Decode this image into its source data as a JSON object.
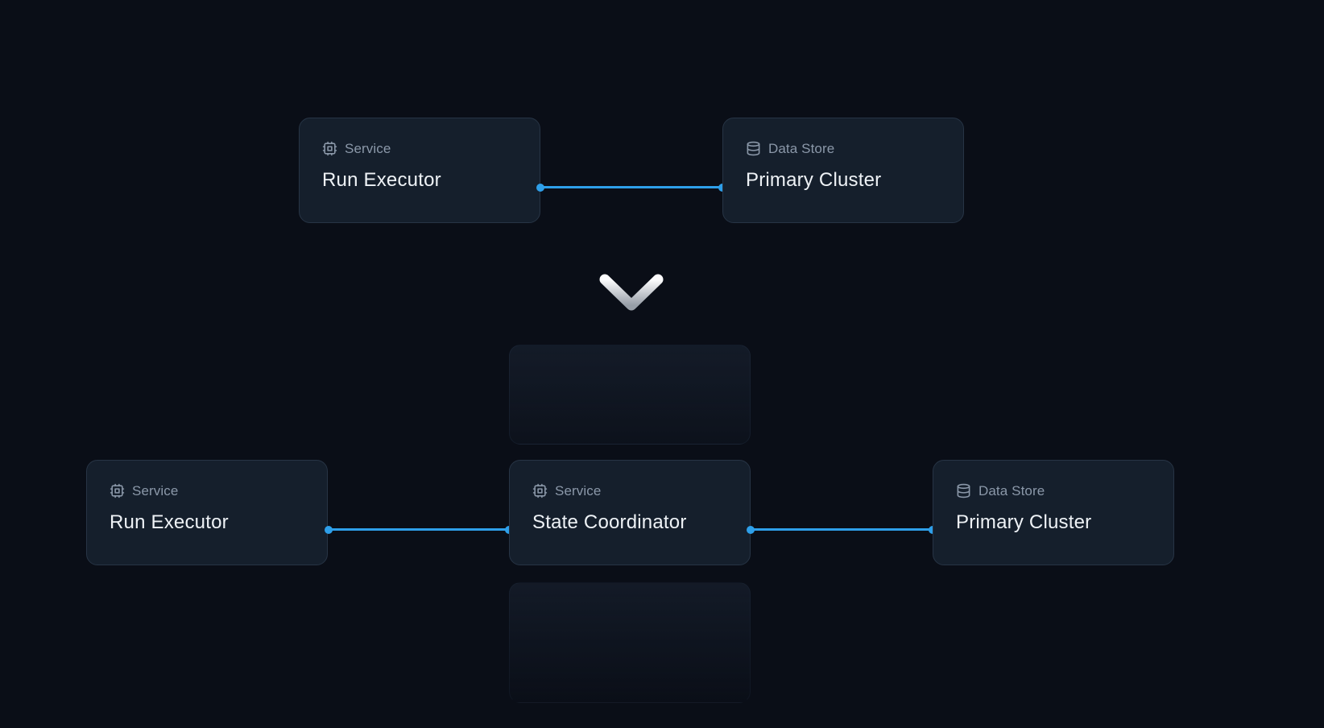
{
  "diagram": {
    "top_row": {
      "nodes": [
        {
          "type_label": "Service",
          "icon": "chip-icon",
          "title": "Run Executor"
        },
        {
          "type_label": "Data Store",
          "icon": "database-icon",
          "title": "Primary Cluster"
        }
      ]
    },
    "bottom_row": {
      "nodes": [
        {
          "type_label": "Service",
          "icon": "chip-icon",
          "title": "Run Executor"
        },
        {
          "type_label": "Service",
          "icon": "chip-icon",
          "title": "State Coordinator"
        },
        {
          "type_label": "Data Store",
          "icon": "database-icon",
          "title": "Primary Cluster"
        }
      ]
    },
    "transition": {
      "icon": "chevron-down-icon"
    },
    "colors": {
      "background": "#0a0e17",
      "card_background": "#151f2c",
      "card_border": "#273445",
      "connector": "#2e9fe9",
      "type_label": "#8b98a9",
      "title": "#eef2f6"
    }
  }
}
